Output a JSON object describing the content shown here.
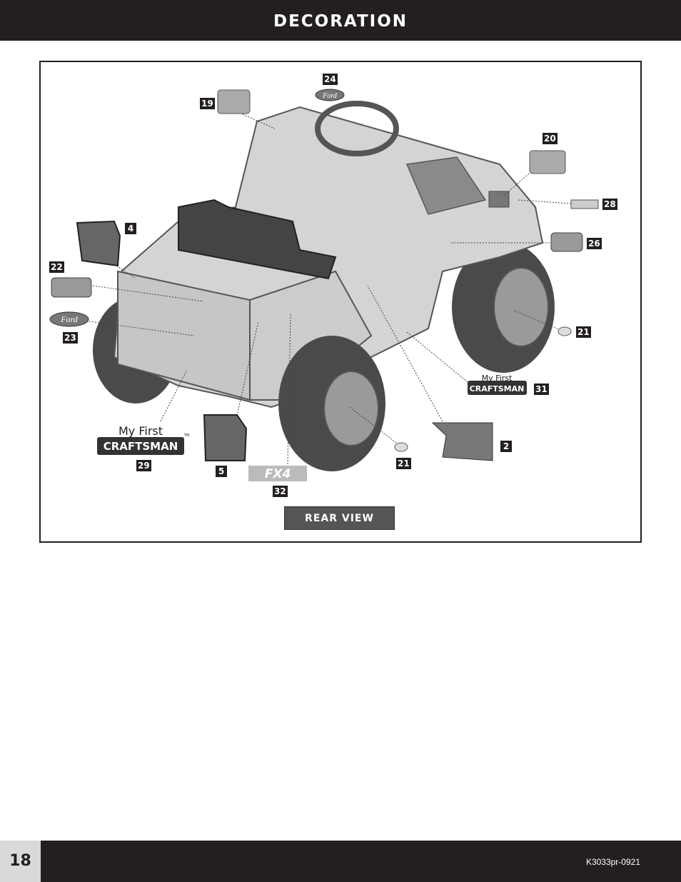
{
  "header": {
    "title": "DECORATION"
  },
  "diagram": {
    "callouts": [
      "24",
      "19",
      "20",
      "28",
      "4",
      "26",
      "22",
      "23",
      "21",
      "31",
      "2",
      "29",
      "5",
      "21",
      "32"
    ],
    "logos": {
      "ford": "Ford",
      "craftsman_top": "My First",
      "craftsman_bottom": "CRAFTSMAN",
      "trademark": "TM",
      "fx4": "FX4"
    },
    "view_label": "REAR VIEW"
  },
  "footer": {
    "page_number": "18",
    "doc_code": "K3033pr-0921"
  },
  "colors": {
    "dark": "#231f20",
    "page_box": "#d9d9d9",
    "view_button": "#555555",
    "truck_body": "#d4d4d4",
    "tire": "#4a4a4a"
  }
}
